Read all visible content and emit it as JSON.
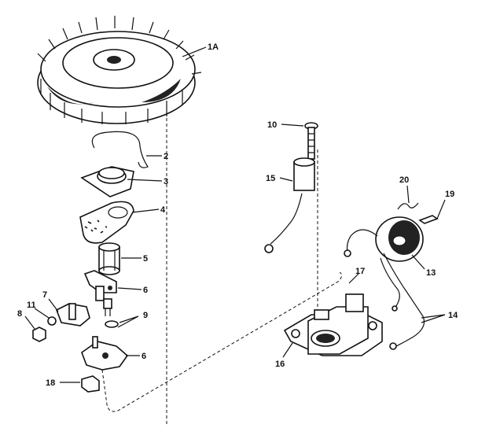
{
  "diagram": {
    "callouts": {
      "flywheel": "1A",
      "spring": "2",
      "retainer": "3",
      "gasket": "4",
      "bushing": "5",
      "breaker_arm": "6",
      "breaker_plate": "6",
      "condenser_bracket": "7",
      "nut": "8",
      "screws": "9",
      "ignition_screw": "10",
      "washer": "11",
      "coil": "13",
      "leads": "14",
      "cable": "15",
      "bracket": "16",
      "spacer": "17",
      "felt": "18",
      "clip": "19",
      "wire_clip": "20"
    }
  }
}
